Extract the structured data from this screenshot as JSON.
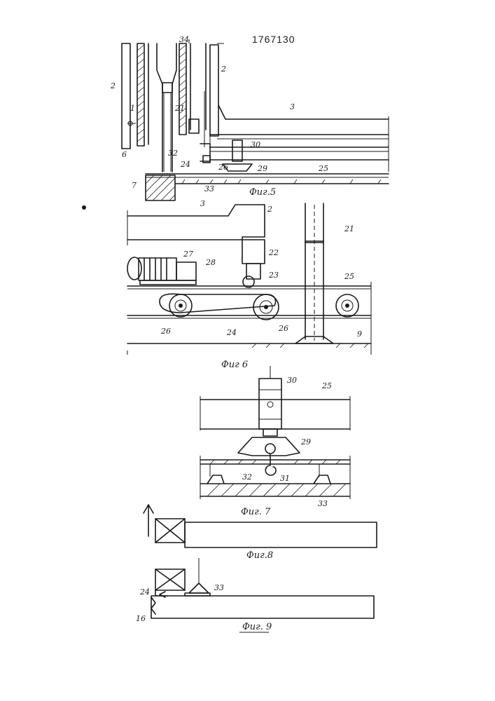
{
  "document": {
    "patent_number": "1767130"
  },
  "figures": {
    "fig5": {
      "caption": "Фиг.5",
      "labels": [
        "34",
        "2",
        "2",
        "1",
        "21",
        "3",
        "6",
        "30",
        "32",
        "24",
        "26",
        "29",
        "25",
        "7",
        "33"
      ]
    },
    "fig6": {
      "caption": "Фиг 6",
      "labels": [
        "3",
        "2",
        "21",
        "22",
        "27",
        "28",
        "23",
        "25",
        "26",
        "24",
        "26",
        "9"
      ]
    },
    "fig7": {
      "caption": "Фиг. 7",
      "labels": [
        "30",
        "25",
        "29",
        "32",
        "31",
        "33"
      ]
    },
    "fig8": {
      "caption": "Фиг.8"
    },
    "fig9": {
      "caption": "Фиг. 9",
      "labels": [
        "33",
        "24",
        "16"
      ]
    }
  }
}
